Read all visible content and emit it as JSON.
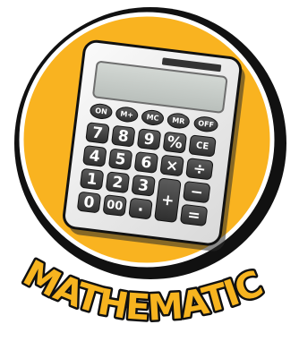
{
  "badge": {
    "title": "MATHEMATICS",
    "colors": {
      "circle_fill": "#f9b320",
      "circle_outline": "#111111",
      "title_fill": "#f7b41f",
      "title_outline": "#111111",
      "calculator_body": "#f1f1f1",
      "display": "#c6cbc7",
      "key": "#3c3c3c",
      "key_light": "#5a5a5a"
    }
  },
  "calculator": {
    "function_keys": [
      "ON",
      "M+",
      "MC",
      "MR",
      "OFF"
    ],
    "row1": [
      "7",
      "8",
      "9",
      "%",
      "CE"
    ],
    "row2": [
      "4",
      "5",
      "6",
      "×",
      "÷"
    ],
    "row3": [
      "1",
      "2",
      "3",
      "−"
    ],
    "row4": [
      "0",
      "00",
      "."
    ],
    "plus_key": "+",
    "equals_key": "="
  }
}
